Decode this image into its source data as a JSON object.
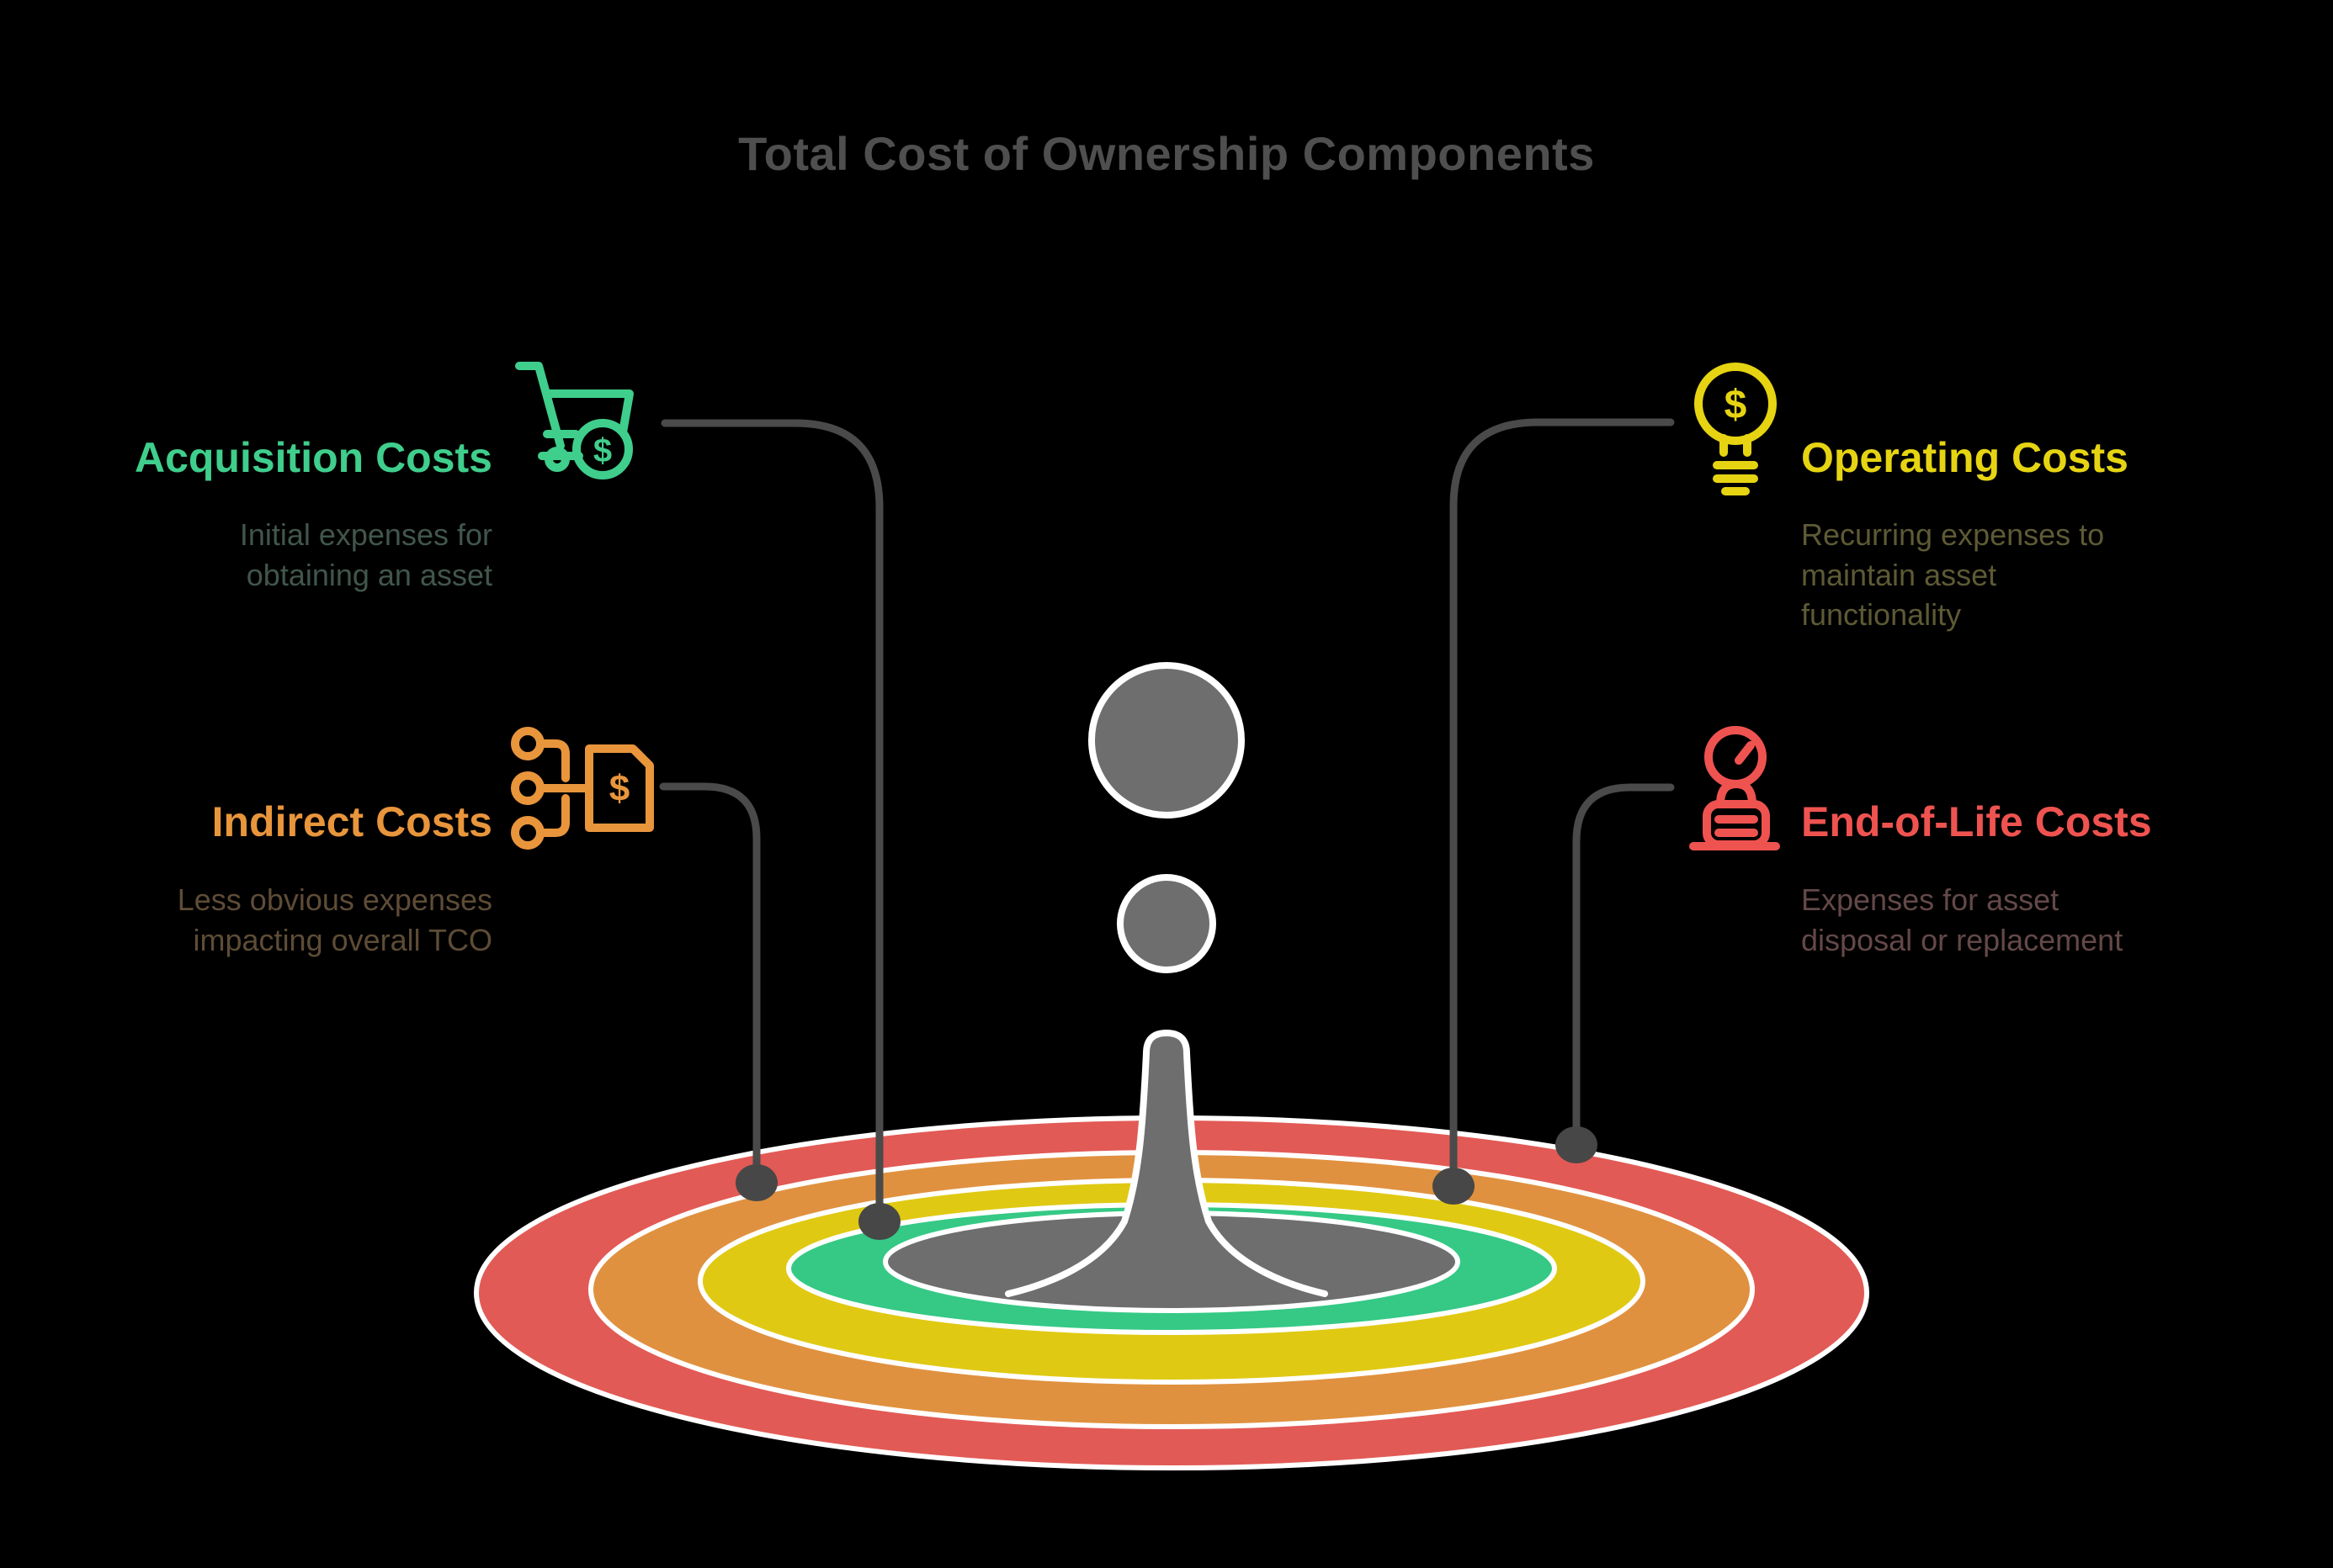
{
  "title": "Total Cost of Ownership Components",
  "dollar_sign": "$",
  "background_color": "#000000",
  "title_color": "#4f4f4f",
  "connector_color": "#4a4a4a",
  "outline_color": "#ffffff",
  "center_graphic": {
    "name": "water-drop-splash",
    "drop_color": "#6e6e6e",
    "rings": [
      {
        "name": "end-of-life-ring",
        "color": "#e25a55"
      },
      {
        "name": "indirect-ring",
        "color": "#e0913f"
      },
      {
        "name": "operating-ring",
        "color": "#e0c913"
      },
      {
        "name": "acquisition-ring",
        "color": "#35c985"
      },
      {
        "name": "impact-core",
        "color": "#6e6e6e"
      }
    ]
  },
  "sections": {
    "acquisition": {
      "label": "Acquisition Costs",
      "description": "Initial expenses for obtaining an asset",
      "color": "#3fce8c",
      "description_color": "#41564c",
      "icon": "shopping-cart-dollar-icon"
    },
    "operating": {
      "label": "Operating Costs",
      "description": "Recurring expenses to maintain asset functionality",
      "color": "#e6d412",
      "description_color": "#5d5a35",
      "icon": "lightbulb-dollar-icon"
    },
    "indirect": {
      "label": "Indirect Costs",
      "description": "Less obvious expenses impacting overall TCO",
      "color": "#e8953c",
      "description_color": "#5e4c36",
      "icon": "network-price-tag-icon"
    },
    "end_of_life": {
      "label": "End-of-Life Costs",
      "description": "Expenses for asset disposal or replacement",
      "color": "#ef5350",
      "description_color": "#644848",
      "icon": "gauge-disposal-icon"
    }
  }
}
